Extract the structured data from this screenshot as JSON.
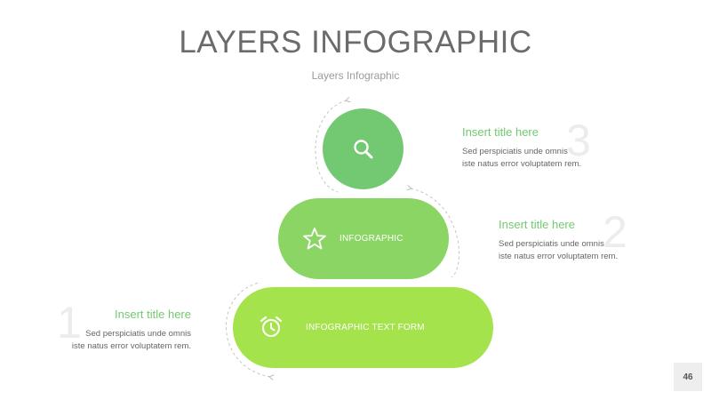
{
  "slide": {
    "title": "LAYERS INFOGRAPHIC",
    "subtitle": "Layers Infographic",
    "page_number": "46"
  },
  "layers": [
    {
      "label": "INFOGRAPHIC TEXT FORM",
      "icon": "alarm-clock-icon",
      "color": "#a4e34c"
    },
    {
      "label": "INFOGRAPHIC",
      "icon": "star-icon",
      "color": "#8ad564"
    },
    {
      "label": "",
      "icon": "search-icon",
      "color": "#72c971"
    }
  ],
  "items": [
    {
      "number": "1",
      "title": "Insert title here",
      "text_line1": "Sed perspiciatis unde omnis",
      "text_line2": "iste natus error voluptatem rem."
    },
    {
      "number": "2",
      "title": "Insert title here",
      "text_line1": "Sed perspiciatis unde omnis",
      "text_line2": "iste natus error voluptatem rem."
    },
    {
      "number": "3",
      "title": "Insert title here",
      "text_line1": "Sed perspiciatis unde omnis",
      "text_line2": "iste natus error voluptatem rem."
    }
  ],
  "colors": {
    "accent": "#72c971",
    "title": "#6b6b6b"
  }
}
